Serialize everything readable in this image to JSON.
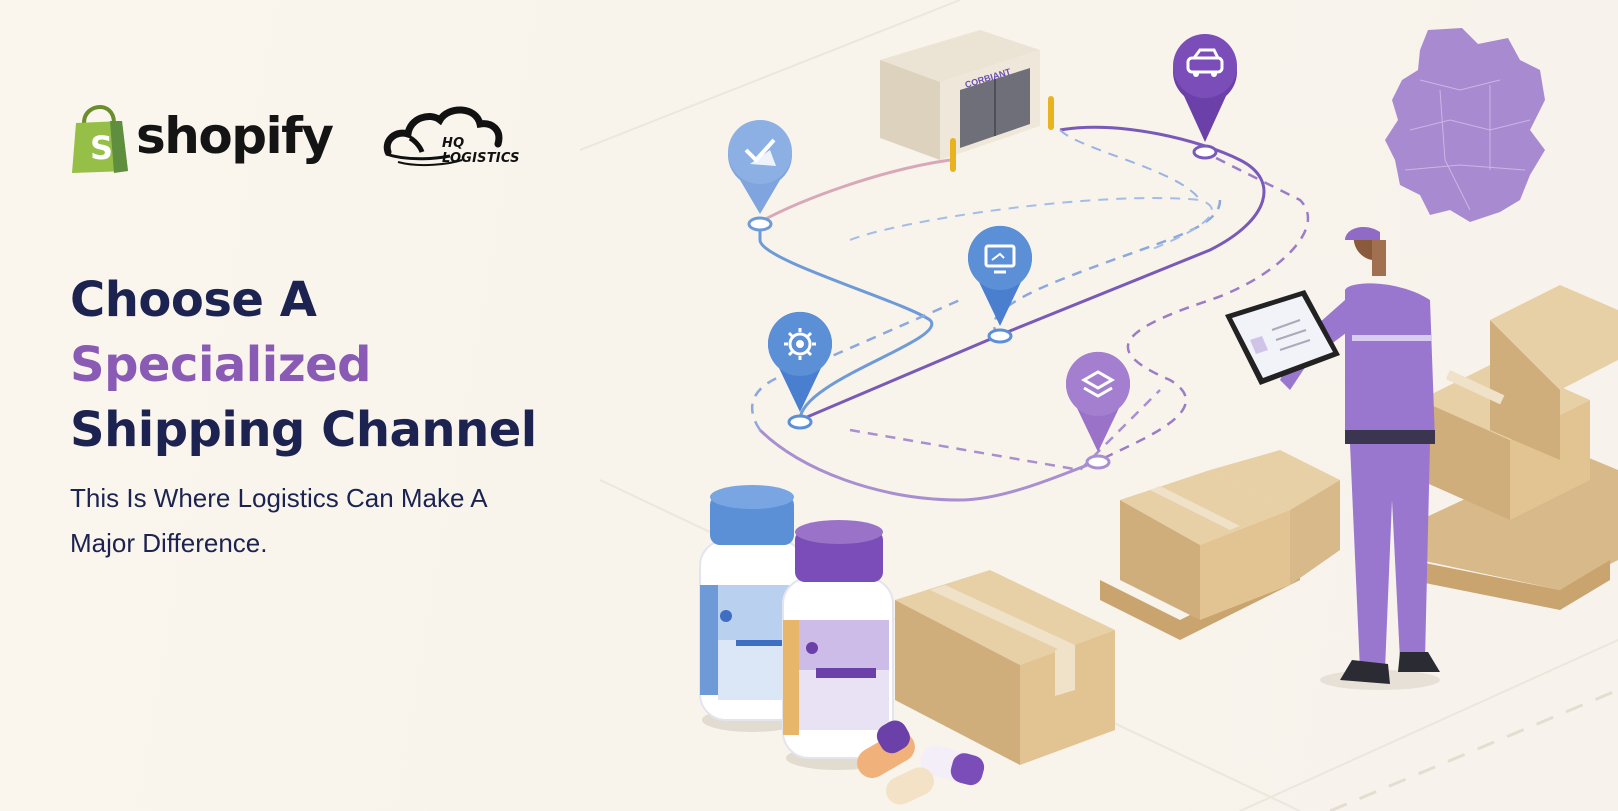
{
  "logos": {
    "shopify": {
      "wordmark": "shopify",
      "bag_letter": "S",
      "color": "#95bf47"
    },
    "hq_logistics": {
      "wordmark": "HQ LOGISTICS"
    }
  },
  "headline": {
    "line1": "Choose A",
    "line2": "Specialized",
    "line3": "Shipping Channel"
  },
  "subheadline": {
    "line1": "This Is Where Logistics Can Make A",
    "line2": "Major Difference."
  },
  "illustration": {
    "warehouse_sign": "CORBIANT",
    "pins": [
      "check-icon",
      "truck-icon",
      "monitor-icon",
      "gear-icon",
      "layers-icon"
    ],
    "region_map": "germany-map-icon"
  },
  "colors": {
    "navy": "#1d2350",
    "purple": "#8a5bb5",
    "blue": "#5b8fd6",
    "cardboard": "#d8b98a"
  }
}
